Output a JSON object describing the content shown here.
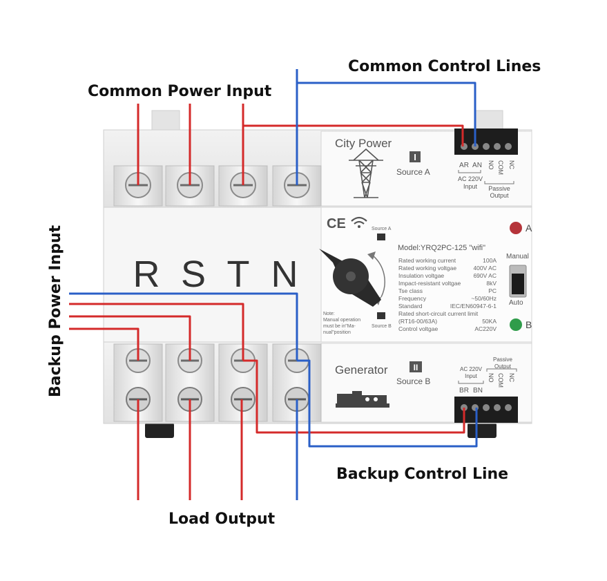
{
  "callouts": {
    "common_power_input": "Common Power Input",
    "common_control_lines": "Common Control Lines",
    "backup_power_input": "Backup Power Input",
    "load_output": "Load Output",
    "backup_control_line": "Backup Control Line"
  },
  "phase_labels": [
    "R",
    "S",
    "T",
    "N"
  ],
  "source_a": {
    "title": "City Power",
    "roman": "I",
    "label": "Source A",
    "terminals": [
      "AR",
      "AN",
      "NO",
      "COM",
      "NC"
    ],
    "input_label_line1": "AC 220V",
    "input_label_line2": "Input",
    "passive_line1": "Passive",
    "passive_line2": "Output"
  },
  "source_b": {
    "title": "Generator",
    "roman": "II",
    "label": "Source B",
    "terminals": [
      "BR",
      "BN",
      "NO",
      "COM",
      "NC"
    ],
    "input_label_line1": "AC 220V",
    "input_label_line2": "Input",
    "passive_line1": "Passive",
    "passive_line2": "Output"
  },
  "panel": {
    "ce_mark": "CE",
    "indicator_source_a": "Source A",
    "indicator_source_b": "Source B",
    "model": "Model:YRQ2PC-125  \"wifi\"",
    "specs": [
      {
        "label": "Rated working current",
        "value": "100A"
      },
      {
        "label": "Rated working voltgae",
        "value": "400V AC"
      },
      {
        "label": "Insulation voltgae",
        "value": "690V AC"
      },
      {
        "label": "Impact-resistant voltgae",
        "value": "8kV"
      },
      {
        "label": "Tse class",
        "value": "PC"
      },
      {
        "label": "Frequency",
        "value": "~50/60Hz"
      },
      {
        "label": "Standard",
        "value": "IEC/EN60947-6-1"
      },
      {
        "label": "Rated short-circuit current limit",
        "value": ""
      },
      {
        "label": "(RT16-00/63A)",
        "value": "50KA"
      },
      {
        "label": "Control voltgae",
        "value": "AC220V"
      }
    ],
    "note_lines": [
      "Note:",
      "Manual operation",
      "must be in\"Ma-",
      "nual\"position"
    ],
    "manual_label": "Manual",
    "auto_label": "Auto",
    "lamp_a": "A",
    "lamp_b": "B"
  },
  "colors": {
    "red_wire": "#d42a2a",
    "blue_wire": "#2a5fc7",
    "lamp_red": "#b5343a",
    "lamp_green": "#2f9c4a"
  }
}
